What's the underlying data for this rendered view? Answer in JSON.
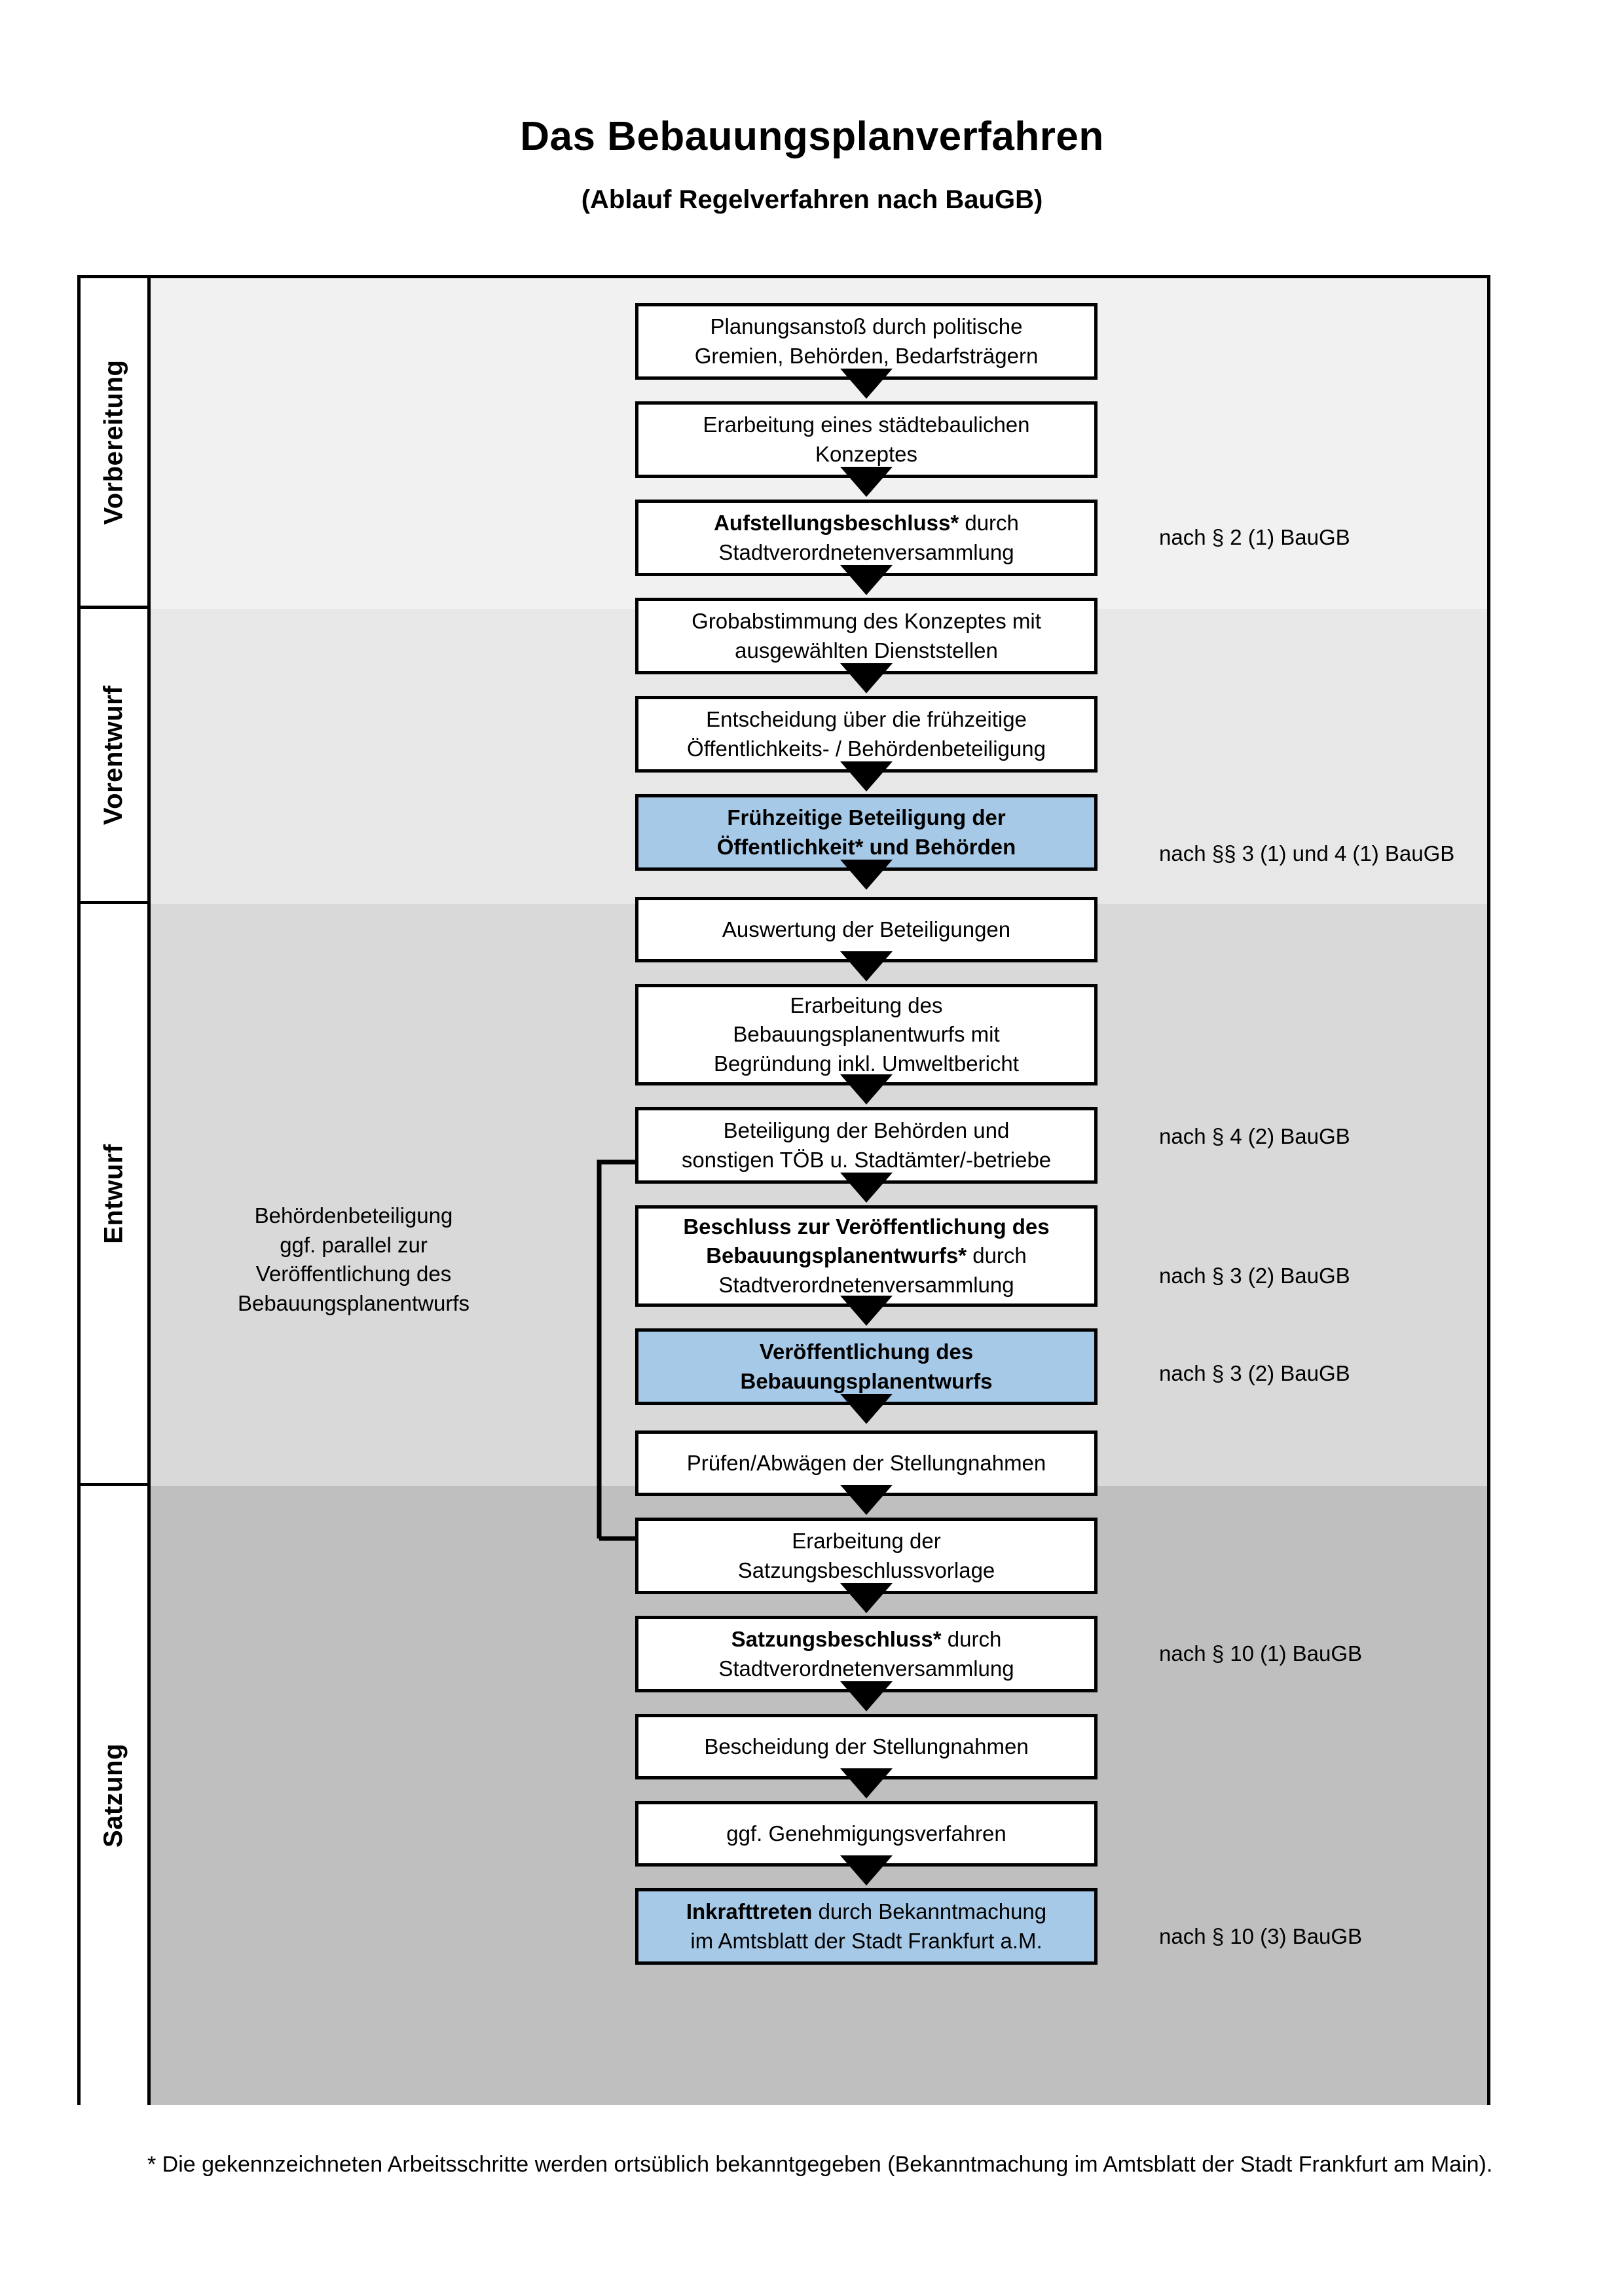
{
  "title": {
    "main": "Das Bebauungsplanverfahren",
    "sub": "(Ablauf Regelverfahren nach BauGB)"
  },
  "phases": [
    {
      "id": "vorbereitung",
      "label": "Vorbereitung",
      "band_color": "#f1f1f1"
    },
    {
      "id": "vorentwurf",
      "label": "Vorentwurf",
      "band_color": "#e7e7e7"
    },
    {
      "id": "entwurf",
      "label": "Entwurf",
      "band_color": "#d9d9d9"
    },
    {
      "id": "satzung",
      "label": "Satzung",
      "band_color": "#bfbfbf"
    }
  ],
  "steps": [
    {
      "id": "planungsanstoss",
      "phase": "vorbereitung",
      "highlight": false,
      "lines": [
        {
          "text": "Planungsanstoß durch politische",
          "bold": false
        },
        {
          "text": "Gremien, Behörden, Bedarfsträgern",
          "bold": false
        }
      ]
    },
    {
      "id": "staedtebaul-konzept",
      "phase": "vorbereitung",
      "highlight": false,
      "lines": [
        {
          "text": "Erarbeitung eines städtebaulichen",
          "bold": false
        },
        {
          "text": "Konzeptes",
          "bold": false
        }
      ]
    },
    {
      "id": "aufstellungsbeschluss",
      "phase": "vorbereitung",
      "highlight": false,
      "lines": [
        {
          "text": "Aufstellungsbeschluss*",
          "bold": true,
          "suffix": " durch"
        },
        {
          "text": "Stadtverordnetenversammlung",
          "bold": false
        }
      ]
    },
    {
      "id": "grobabstimmung",
      "phase": "vorentwurf",
      "highlight": false,
      "lines": [
        {
          "text": "Grobabstimmung des Konzeptes mit",
          "bold": false
        },
        {
          "text": "ausgewählten Dienststellen",
          "bold": false
        }
      ]
    },
    {
      "id": "entscheidung-fruehzeitig",
      "phase": "vorentwurf",
      "highlight": false,
      "lines": [
        {
          "text": "Entscheidung über die frühzeitige",
          "bold": false
        },
        {
          "text": "Öffentlichkeits- / Behördenbeteiligung",
          "bold": false
        }
      ]
    },
    {
      "id": "fruehzeitige-beteiligung",
      "phase": "vorentwurf",
      "highlight": true,
      "lines": [
        {
          "text": "Frühzeitige Beteiligung der",
          "bold": true
        },
        {
          "text": "Öffentlichkeit* und Behörden",
          "bold": true
        }
      ]
    },
    {
      "id": "auswertung-beteiligungen",
      "phase": "entwurf",
      "highlight": false,
      "lines": [
        {
          "text": "Auswertung der Beteiligungen",
          "bold": false
        }
      ]
    },
    {
      "id": "erarbeitung-bplanentwurf",
      "phase": "entwurf",
      "highlight": false,
      "lines": [
        {
          "text": "Erarbeitung des",
          "bold": false
        },
        {
          "text": "Bebauungsplanentwurfs mit",
          "bold": false
        },
        {
          "text": "Begründung inkl. Umweltbericht",
          "bold": false
        }
      ]
    },
    {
      "id": "beteiligung-behoerden",
      "phase": "entwurf",
      "highlight": false,
      "lines": [
        {
          "text": "Beteiligung der Behörden und",
          "bold": false
        },
        {
          "text": "sonstigen TÖB u. Stadtämter/-betriebe",
          "bold": false
        }
      ]
    },
    {
      "id": "beschluss-veroeffentlichung",
      "phase": "entwurf",
      "highlight": false,
      "lines": [
        {
          "text": "Beschluss zur Veröffentlichung des",
          "bold": true
        },
        {
          "text": "Bebauungsplanentwurfs*",
          "bold": true,
          "suffix": " durch"
        },
        {
          "text": "Stadtverordnetenversammlung",
          "bold": false
        }
      ]
    },
    {
      "id": "veroeffentlichung-bplanentwurf",
      "phase": "entwurf",
      "highlight": true,
      "lines": [
        {
          "text": "Veröffentlichung des",
          "bold": true
        },
        {
          "text": "Bebauungsplanentwurfs",
          "bold": true
        }
      ]
    },
    {
      "id": "pruefen-abwaegen",
      "phase": "satzung",
      "highlight": false,
      "lines": [
        {
          "text": "Prüfen/Abwägen der Stellungnahmen",
          "bold": false
        }
      ]
    },
    {
      "id": "erarbeitung-satzungsvorlage",
      "phase": "satzung",
      "highlight": false,
      "lines": [
        {
          "text": "Erarbeitung der",
          "bold": false
        },
        {
          "text": "Satzungsbeschlussvorlage",
          "bold": false
        }
      ]
    },
    {
      "id": "satzungsbeschluss",
      "phase": "satzung",
      "highlight": false,
      "lines": [
        {
          "text": "Satzungsbeschluss*",
          "bold": true,
          "suffix": " durch"
        },
        {
          "text": "Stadtverordnetenversammlung",
          "bold": false
        }
      ]
    },
    {
      "id": "bescheidung-stellungnahmen",
      "phase": "satzung",
      "highlight": false,
      "lines": [
        {
          "text": "Bescheidung der Stellungnahmen",
          "bold": false
        }
      ]
    },
    {
      "id": "genehmigungsverfahren",
      "phase": "satzung",
      "highlight": false,
      "lines": [
        {
          "text": "ggf. Genehmigungsverfahren",
          "bold": false
        }
      ]
    },
    {
      "id": "inkrafttreten",
      "phase": "satzung",
      "highlight": true,
      "lines": [
        {
          "text": "Inkrafttreten",
          "bold": true,
          "suffix": " durch Bekanntmachung"
        },
        {
          "text": "im Amtsblatt der Stadt Frankfurt a.M.",
          "bold": false
        }
      ]
    }
  ],
  "legal_notes": [
    {
      "id": "note-par2-1",
      "text": "nach § 2 (1) BauGB",
      "for_step": "aufstellungsbeschluss"
    },
    {
      "id": "note-par3-4-1",
      "text": "nach §§ 3 (1) und 4 (1) BauGB",
      "for_step": "fruehzeitige-beteiligung"
    },
    {
      "id": "note-par4-2",
      "text": "nach § 4 (2) BauGB",
      "for_step": "beteiligung-behoerden"
    },
    {
      "id": "note-par3-2a",
      "text": "nach § 3 (2) BauGB",
      "for_step": "beschluss-veroeffentlichung"
    },
    {
      "id": "note-par3-2b",
      "text": "nach § 3 (2) BauGB",
      "for_step": "veroeffentlichung-bplanentwurf"
    },
    {
      "id": "note-par10-1",
      "text": "nach § 10 (1) BauGB",
      "for_step": "satzungsbeschluss"
    },
    {
      "id": "note-par10-3",
      "text": "nach § 10 (3) BauGB",
      "for_step": "inkrafttreten"
    }
  ],
  "parallel_note": {
    "lines": [
      "Behördenbeteiligung",
      "ggf. parallel zur",
      "Veröffentlichung des",
      "Bebauungsplanentwurfs"
    ]
  },
  "footnote": {
    "text": "* Die gekennzeichneten Arbeitsschritte werden ortsüblich bekanntgegeben (Bekanntmachung im Amtsblatt  der Stadt Frankfurt am Main)."
  },
  "colors": {
    "highlight_fill": "#a7c9e8",
    "box_border": "#000000",
    "frame": "#000000"
  }
}
